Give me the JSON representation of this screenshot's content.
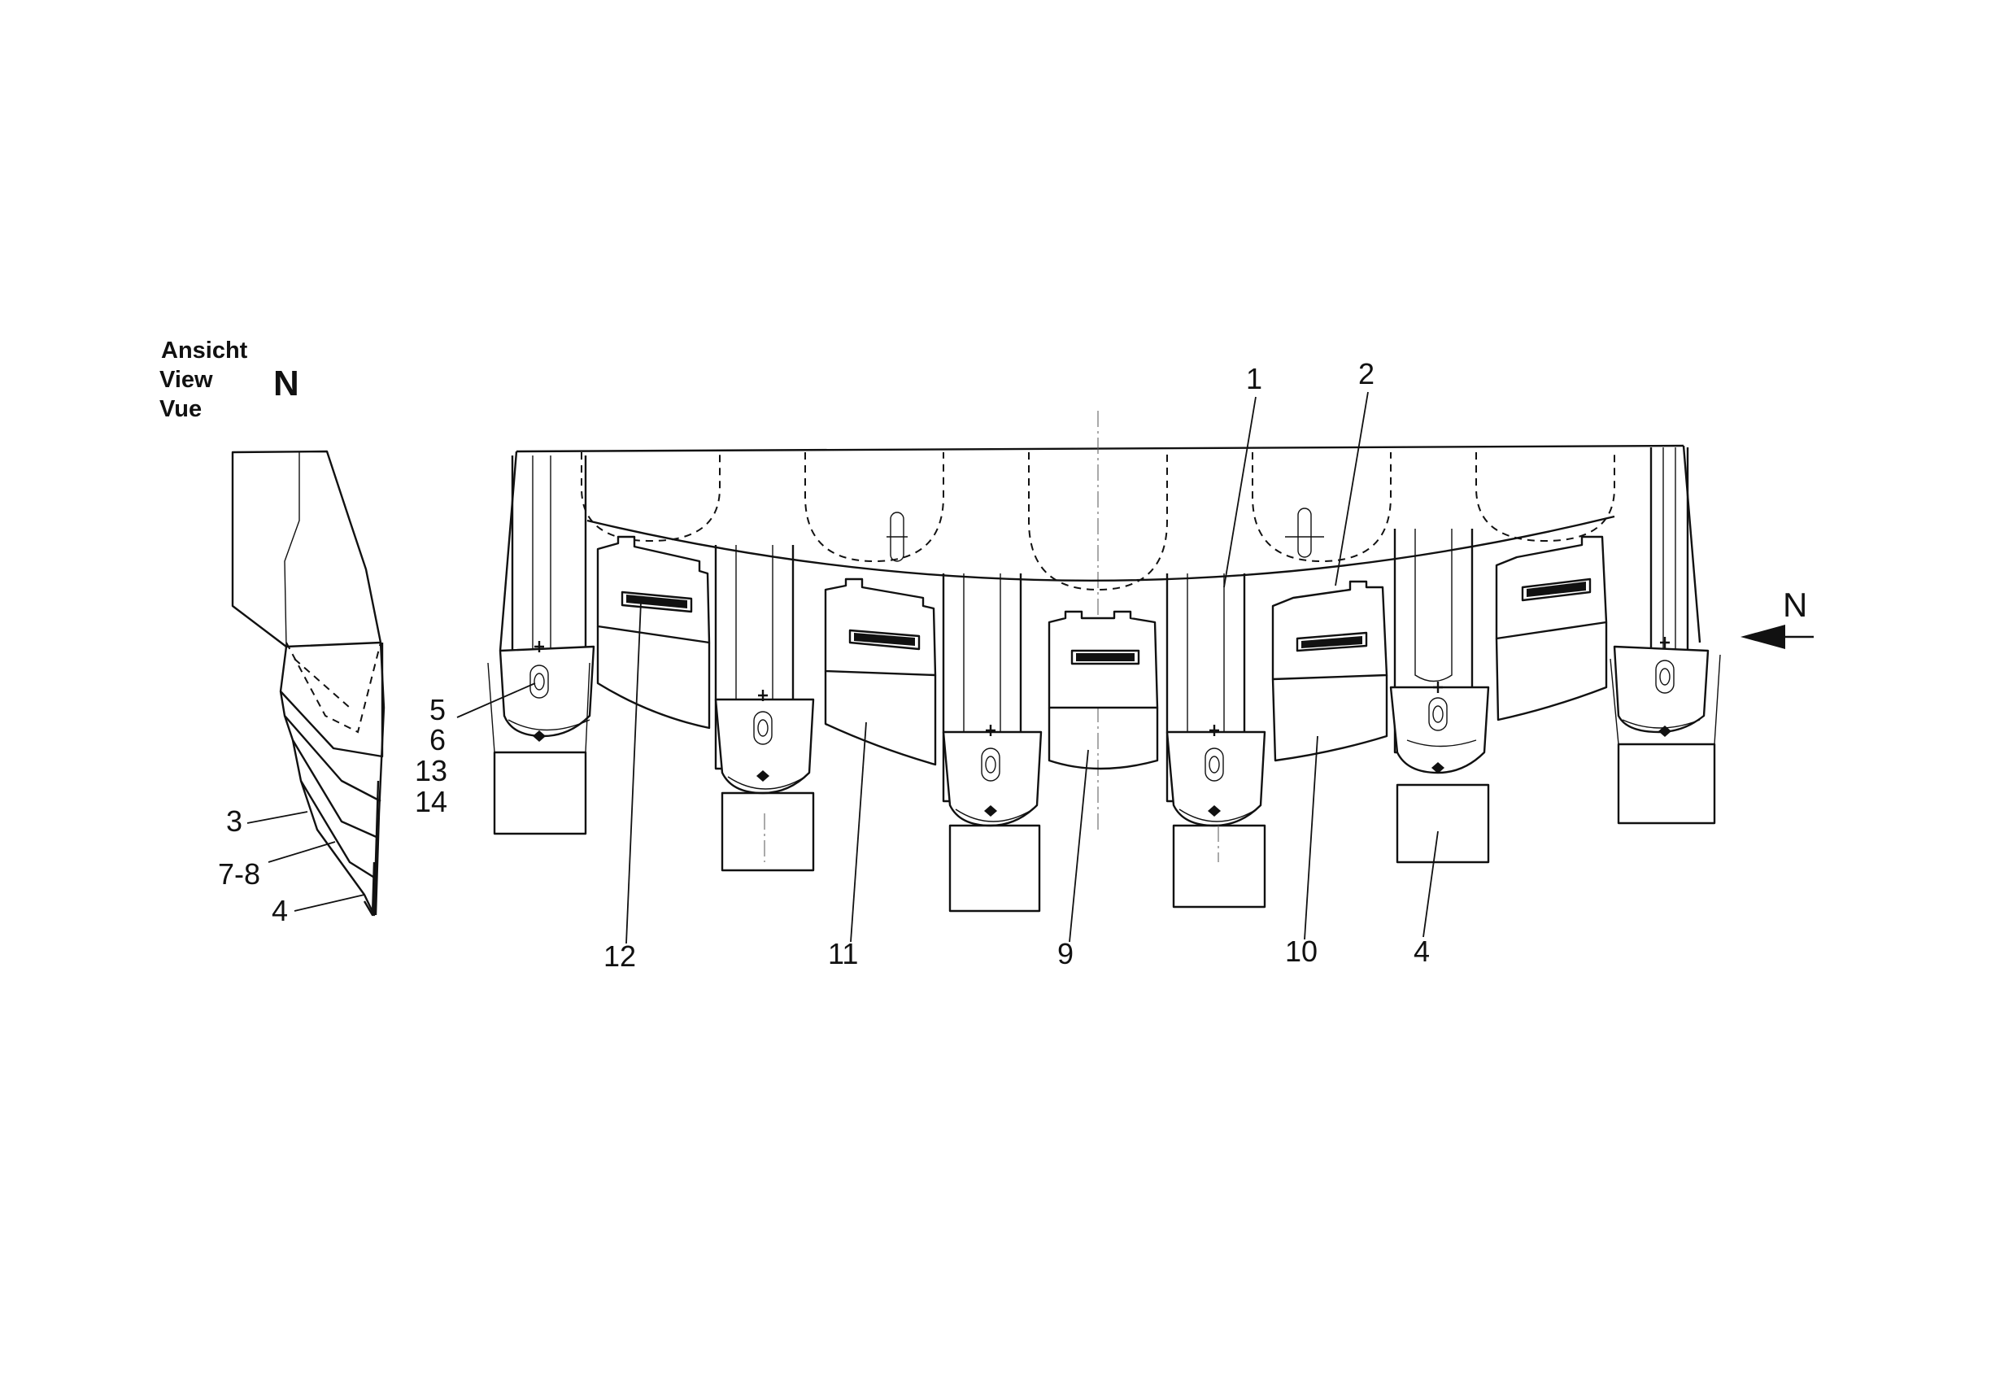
{
  "view_label": {
    "line1": "Ansicht",
    "line2": "View",
    "line3": "Vue",
    "letter": "N"
  },
  "arrow_label": "N",
  "callouts": {
    "c1": "1",
    "c2": "2",
    "c3": "3",
    "c4a": "4",
    "c4b": "4",
    "c5": "5",
    "c6": "6",
    "c78": "7-8",
    "c9": "9",
    "c10": "10",
    "c11": "11",
    "c12": "12",
    "c13": "13",
    "c14": "14"
  },
  "colors": {
    "ink": "#111111",
    "paper": "#ffffff"
  }
}
